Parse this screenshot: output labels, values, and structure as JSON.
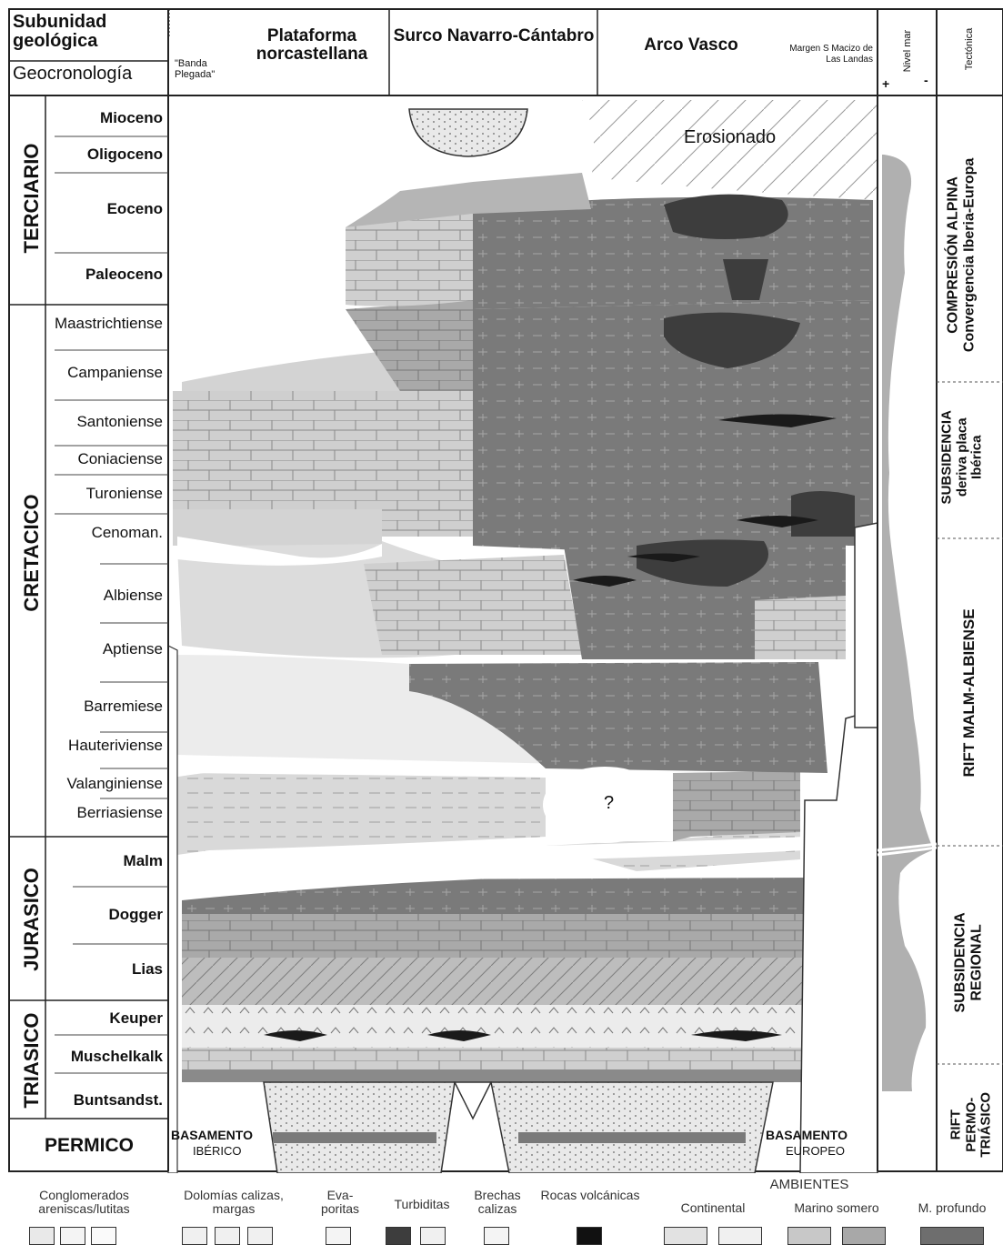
{
  "header": {
    "subunidad": "Subunidad geológica",
    "geocronologia": "Geocronología",
    "banda": "\"Banda Plegada\"",
    "plataforma": "Plataforma norcastellana",
    "surco": "Surco Navarro-Cántabro",
    "arco": "Arco Vasco",
    "margen": "Margen S Macizo de Las Landas",
    "nivel_mar": "Nivel mar",
    "nivel_plus": "+",
    "nivel_minus": "-",
    "tectonica": "Tectónica"
  },
  "periods": [
    {
      "id": "terciario",
      "label": "TERCIARIO"
    },
    {
      "id": "cretacico",
      "label": "CRETACICO"
    },
    {
      "id": "jurasico",
      "label": "JURASICO"
    },
    {
      "id": "triasico",
      "label": "TRIASICO"
    },
    {
      "id": "permico",
      "label": "PERMICO"
    }
  ],
  "ages": [
    {
      "label": "Mioceno",
      "bold": true
    },
    {
      "label": "Oligoceno",
      "bold": true
    },
    {
      "label": "Eoceno",
      "bold": true
    },
    {
      "label": "Paleoceno",
      "bold": true
    },
    {
      "label": "Maastrichtiense",
      "bold": false
    },
    {
      "label": "Campaniense",
      "bold": false
    },
    {
      "label": "Santoniense",
      "bold": false
    },
    {
      "label": "Coniaciense",
      "bold": false
    },
    {
      "label": "Turoniense",
      "bold": false
    },
    {
      "label": "Cenoman.",
      "bold": false
    },
    {
      "label": "Albiense",
      "bold": false
    },
    {
      "label": "Aptiense",
      "bold": false
    },
    {
      "label": "Barremiese",
      "bold": false
    },
    {
      "label": "Hauteriviense",
      "bold": false
    },
    {
      "label": "Valanginiense",
      "bold": false
    },
    {
      "label": "Berriasiense",
      "bold": false
    },
    {
      "label": "Malm",
      "bold": true
    },
    {
      "label": "Dogger",
      "bold": true
    },
    {
      "label": "Lias",
      "bold": true
    },
    {
      "label": "Keuper",
      "bold": true
    },
    {
      "label": "Muschelkalk",
      "bold": true
    },
    {
      "label": "Buntsandst.",
      "bold": true
    }
  ],
  "permico_label": "PERMICO",
  "annotations": {
    "erosionado": "Erosionado",
    "question": "?",
    "basamento_iberico_1": "BASAMENTO",
    "basamento_iberico_2": "IBÉRICO",
    "basamento_europeo_1": "BASAMENTO",
    "basamento_europeo_2": "EUROPEO"
  },
  "tectonics": [
    {
      "id": "compresion",
      "line1": "COMPRESIÓN ALPINA",
      "line2": "Convergencia Iberia-Europa"
    },
    {
      "id": "subsidencia_deriva",
      "line1": "SUBSIDENCIA",
      "line2": "deriva placa",
      "line3": "Ibérica"
    },
    {
      "id": "rift_malm",
      "line1": "RIFT MALM-ALBIENSE"
    },
    {
      "id": "subsidencia_regional",
      "line1": "SUBSIDENCIA",
      "line2": "REGIONAL"
    },
    {
      "id": "rift_permo",
      "line1": "RIFT",
      "line2": "PERMO-",
      "line3": "TRIÁSICO"
    }
  ],
  "legend": {
    "conglomerados": "Conglomerados areniscas/lutitas",
    "dolomias": "Dolomías calizas, margas",
    "evaporitas": "Eva- poritas",
    "turbiditas": "Turbiditas",
    "brechas": "Brechas calizas",
    "rocas": "Rocas volcánicas",
    "ambientes": "AMBIENTES",
    "continental": "Continental",
    "marino": "Marino somero",
    "profundo": "M. profundo"
  },
  "colors": {
    "deep": "#6e6e6e",
    "deep_dark": "#3d3d3d",
    "shallow": "#a8a8a8",
    "shallow_light": "#c8c8c8",
    "continental": "#e2e2e2",
    "white": "#ffffff"
  }
}
